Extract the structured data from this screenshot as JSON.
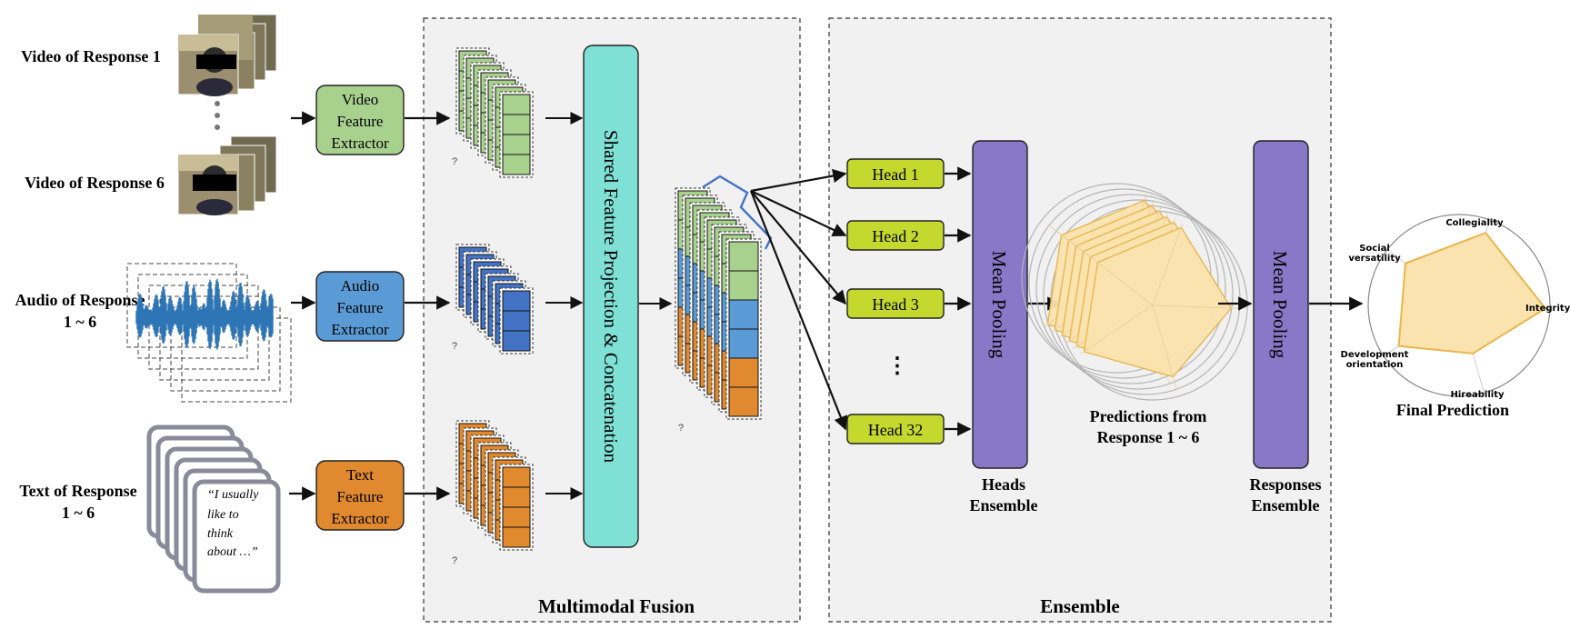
{
  "inputs": {
    "video1": "Video of Response 1",
    "video6": "Video of  Response 6",
    "audio_line1": "Audio of  Response",
    "audio_line2": "1 ~ 6",
    "text_line1": "Text of  Response",
    "text_line2": "1 ~ 6",
    "text_card": [
      "“I usually",
      "like to",
      "think",
      "about …”"
    ],
    "dots": "•\n•\n•"
  },
  "extractors": {
    "video": [
      "Video",
      "Feature",
      "Extractor"
    ],
    "audio": [
      "Audio",
      "Feature",
      "Extractor"
    ],
    "text": [
      "Text",
      "Feature",
      "Extractor"
    ]
  },
  "fusion": {
    "section_title": "Multimodal Fusion",
    "projection": "Shared Feature Projection & Concatenation",
    "small_marker": "?"
  },
  "ensemble": {
    "section_title": "Ensemble",
    "heads": [
      "Head 1",
      "Head 2",
      "Head 3",
      "⋮",
      "Head 32"
    ],
    "pool_label": "Mean Pooling",
    "heads_ensemble": [
      "Heads",
      "Ensemble"
    ],
    "responses_ensemble": [
      "Responses",
      "Ensemble"
    ],
    "predictions_caption": [
      "Predictions from",
      "Response 1 ~ 6"
    ]
  },
  "radar": {
    "title": "Final Prediction",
    "axes": [
      "Collegiality",
      "Integrity",
      "Hireability",
      "Development orientation",
      "Social versatility"
    ],
    "axes_lines": [
      [
        "Collegiality"
      ],
      [
        "Integrity"
      ],
      [
        "Hireability"
      ],
      [
        "Development",
        "orientation"
      ],
      [
        "Social",
        "versatility"
      ]
    ]
  },
  "colors": {
    "video": "#a9d18e",
    "audio": "#4472c4",
    "text": "#e0892e",
    "projection": "#7fe0d6",
    "head": "#c4d82e",
    "pool": "#8878c8",
    "radar_fill": "#fbe3b0",
    "radar_stroke": "#e8b64c",
    "bracket": "#4472c4"
  }
}
